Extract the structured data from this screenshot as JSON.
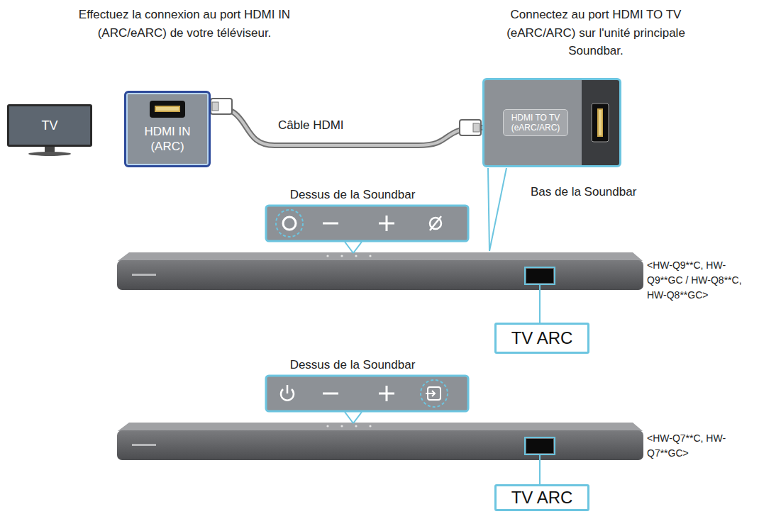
{
  "diagram": {
    "nodes": [
      {
        "text": [
          "TV"
        ]
      },
      {
        "text": [
          "HDMI IN (ARC)"
        ]
      },
      {
        "text": [
          "HDMI TO TV (eARC/ARC)"
        ]
      },
      {
        "text": [
          "TV ARC"
        ]
      },
      {
        "text": [
          "TV ARC"
        ]
      }
    ],
    "edges": [
      {
        "from": 1,
        "to": 2,
        "arrow": "none",
        "label": "Câble HDMI"
      }
    ],
    "labels": [
      "Effectuez la connexion au port HDMI IN (ARC/eARC) de votre téléviseur.",
      "Connectez au port HDMI TO TV (eARC/ARC) sur l'unité principale Soundbar.",
      "Dessus de la Soundbar",
      "Bas de la Soundbar",
      "<HW-Q9**C, HW-Q9**GC / HW-Q8**C, HW-Q8**GC>",
      "Dessus de la Soundbar",
      "<HW-Q7**C, HW-Q7**GC>"
    ]
  }
}
